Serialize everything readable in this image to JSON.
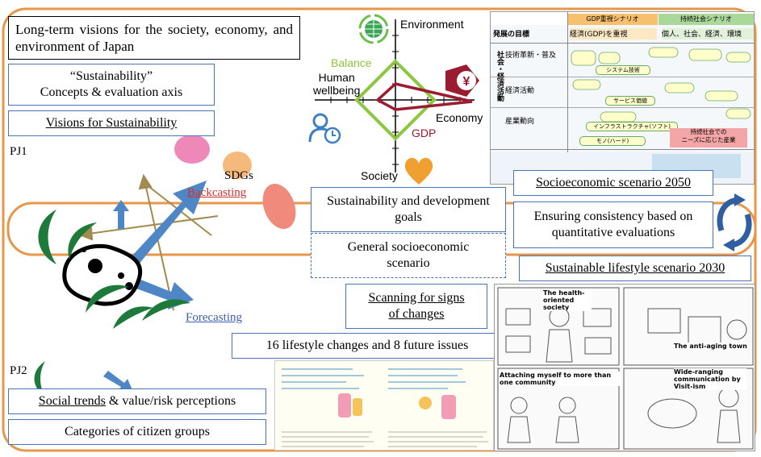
{
  "colors": {
    "frame": "#e8964a",
    "box_border_blue": "#4a73b8",
    "arrow_blue": "#4f86c6",
    "arrow_tan": "#a38a4f",
    "crescent": "#1e7a3a",
    "red_label": "#d0312d",
    "blue_label": "#3b5fad",
    "gdp_red": "#9b1b30",
    "balance_green": "#8dc63f",
    "pink": "#ee88b8",
    "peach": "#f6b97c",
    "salmon": "#ef8a7c"
  },
  "labels": {
    "pj1": "PJ1",
    "pj2": "PJ2",
    "sdgs": "SDGs",
    "backcasting": "Backcasting",
    "forecasting": "Forecasting"
  },
  "boxes": {
    "long_term": "Long-term visions for the society, economy, and environment of Japan",
    "sustainability_line1": "“Sustainability”",
    "sustainability_line2": "Concepts & evaluation axis",
    "visions": "Visions for Sustainability",
    "sust_dev_goals": "Sustainability and development goals",
    "general_scenario": "General socioeconomic scenario",
    "socio_2050": "Socioeconomic scenario 2050",
    "ensuring": "Ensuring consistency based on quantitative evaluations",
    "lifestyle_2030": "Sustainable lifestyle scenario 2030",
    "scanning_line1": "Scanning for signs",
    "scanning_line2": "of changes",
    "lifestyle_changes": "16 lifestyle changes and 8 future issues",
    "social_trends_u": "Social trends",
    "social_trends_rest": " & value/risk perceptions",
    "citizen_groups": "Categories of citizen groups"
  },
  "radar": {
    "environment": "Environment",
    "balance": "Balance",
    "human_line1": "Human",
    "human_line2": "wellbeing",
    "economy": "Economy",
    "gdp": "GDP",
    "society": "Society",
    "yen": "¥"
  },
  "scenario_table": {
    "col_gdp": "GDP重視シナリオ",
    "col_sustain": "持続社会シナリオ",
    "row_goal": "発展の目標",
    "goal_gdp": "経済(GDP)を重視",
    "goal_sustain": "個人、社会、経済、環境",
    "row_tech": "技術革新・普及",
    "row_econ": "経済活動",
    "row_industry": "産業動向",
    "side_label": "社会・経済活動",
    "cell_system": "システム技術",
    "cell_service": "サービス価値",
    "cell_infra": "インフラストラクチャ(ソフト)",
    "cell_mono": "モノ(ハード)",
    "cell_needs_line1": "持続社会での",
    "cell_needs_line2": "ニーズに応じた産業"
  },
  "manga": {
    "health": "The health-oriented society",
    "anti_aging": "The anti-aging town",
    "attaching": "Attaching myself to more than one community",
    "widerange": "Wide-ranging communication by Visit-ism"
  }
}
